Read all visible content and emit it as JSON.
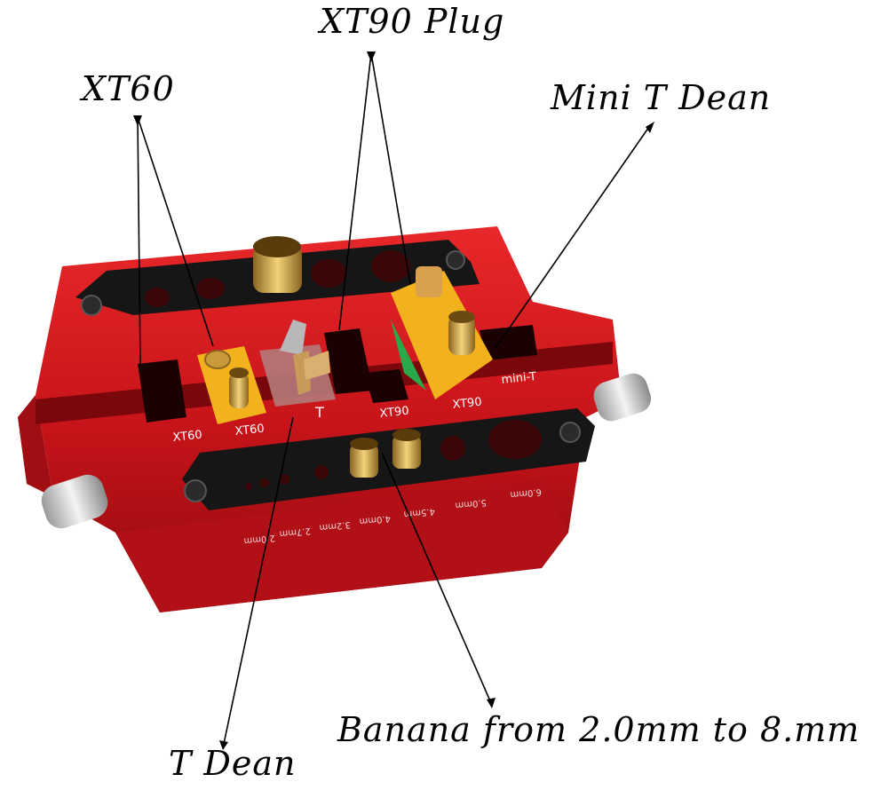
{
  "callouts": {
    "xt90_plug": "XT90 Plug",
    "xt60": "XT60",
    "mini_t_dean": "Mini T Dean",
    "banana": "Banana from 2.0mm to 8.mm",
    "t_dean": "T Dean"
  },
  "jig_engravings": {
    "slots": [
      "XT60",
      "XT60",
      "T",
      "XT90",
      "XT90",
      "mini-T"
    ],
    "sizes": [
      "2.0mm",
      "2.7mm",
      "3.2mm",
      "4.0mm",
      "4.5mm",
      "5.0mm",
      "6.0mm"
    ]
  },
  "colors": {
    "body": "#c8141a",
    "body_dark": "#8e0a0e",
    "black_plate": "#161616",
    "connector_yellow": "#f2b21d",
    "gold": "#c99a3a",
    "green": "#2aa84a"
  }
}
